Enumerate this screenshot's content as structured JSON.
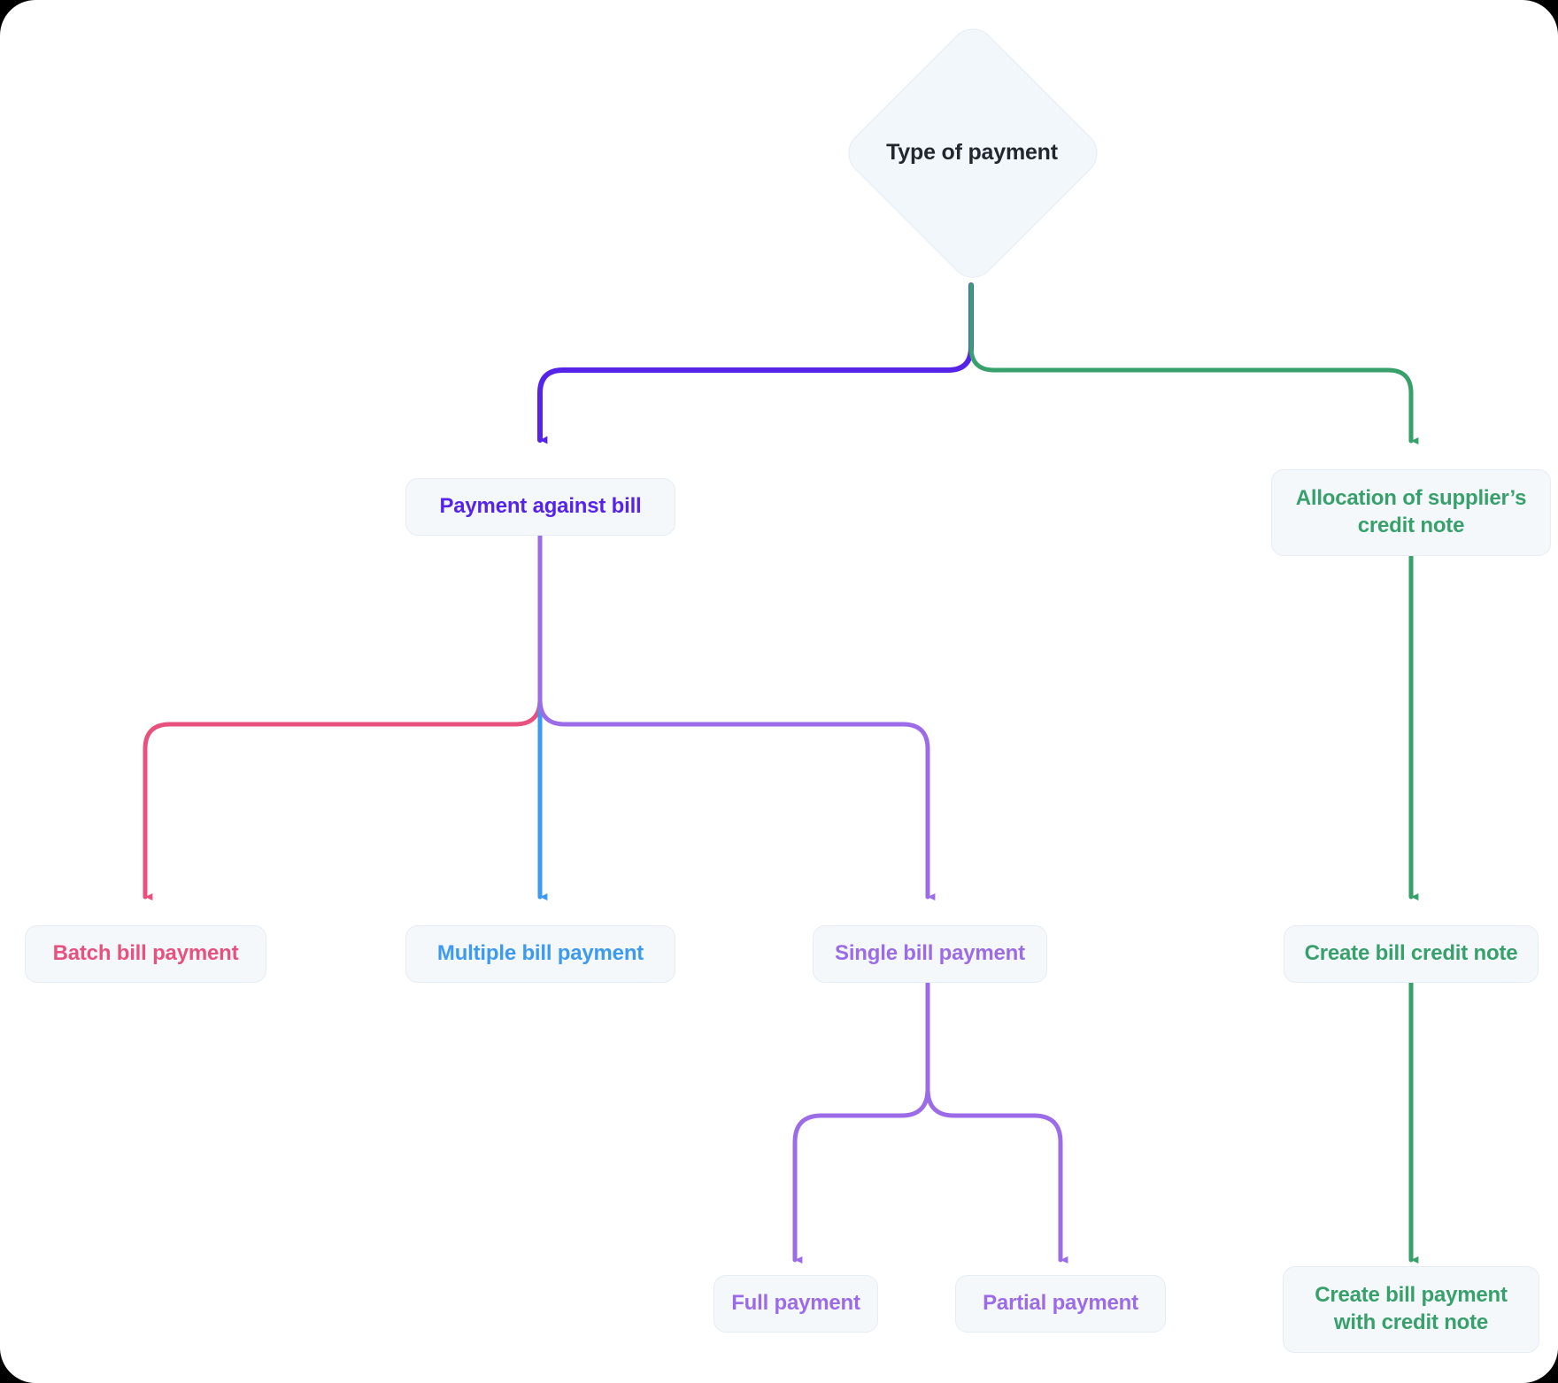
{
  "diagram": {
    "title": "Type of payment",
    "type": "flowchart",
    "background": "#ffffff",
    "node_fill": "#f5f8fb",
    "node_border": "#e4ecf4",
    "root": {
      "id": "type-of-payment",
      "label": "Type of payment",
      "shape": "diamond",
      "text_color": "#22272f"
    },
    "nodes": [
      {
        "id": "payment-against-bill",
        "label": "Payment against bill",
        "color": "#5524e8"
      },
      {
        "id": "allocation-of-suppliers-credit-note",
        "label": "Allocation of supplier’s credit note",
        "color": "#37a06b"
      },
      {
        "id": "batch-bill-payment",
        "label": "Batch bill payment",
        "color": "#e8517e"
      },
      {
        "id": "multiple-bill-payment",
        "label": "Multiple bill payment",
        "color": "#3d9af2"
      },
      {
        "id": "single-bill-payment",
        "label": "Single bill payment",
        "color": "#9b6be8"
      },
      {
        "id": "create-bill-credit-note",
        "label": "Create bill credit note",
        "color": "#37a06b"
      },
      {
        "id": "full-payment",
        "label": "Full payment",
        "color": "#9b6be8"
      },
      {
        "id": "partial-payment",
        "label": "Partial payment",
        "color": "#9b6be8"
      },
      {
        "id": "create-bill-payment-with-credit-note",
        "label": "Create bill payment with credit note",
        "color": "#37a06b"
      }
    ],
    "edges": [
      {
        "id": "edge-root-to-payment-against-bill",
        "from": "type-of-payment",
        "to": "payment-against-bill",
        "color": "#5524e8"
      },
      {
        "id": "edge-root-to-allocation",
        "from": "type-of-payment",
        "to": "allocation-of-suppliers-credit-note",
        "color": "#37a06b"
      },
      {
        "id": "edge-payment-to-batch",
        "from": "payment-against-bill",
        "to": "batch-bill-payment",
        "color": "#e8517e"
      },
      {
        "id": "edge-payment-to-multiple",
        "from": "payment-against-bill",
        "to": "multiple-bill-payment",
        "color": "#3d9af2"
      },
      {
        "id": "edge-payment-to-single",
        "from": "payment-against-bill",
        "to": "single-bill-payment",
        "color": "#9b6be8"
      },
      {
        "id": "edge-allocation-to-create-credit-note",
        "from": "allocation-of-suppliers-credit-note",
        "to": "create-bill-credit-note",
        "color": "#37a06b"
      },
      {
        "id": "edge-single-to-full",
        "from": "single-bill-payment",
        "to": "full-payment",
        "color": "#9b6be8"
      },
      {
        "id": "edge-single-to-partial",
        "from": "single-bill-payment",
        "to": "partial-payment",
        "color": "#9b6be8"
      },
      {
        "id": "edge-create-credit-note-to-create-payment",
        "from": "create-bill-credit-note",
        "to": "create-bill-payment-with-credit-note",
        "color": "#37a06b"
      }
    ]
  }
}
